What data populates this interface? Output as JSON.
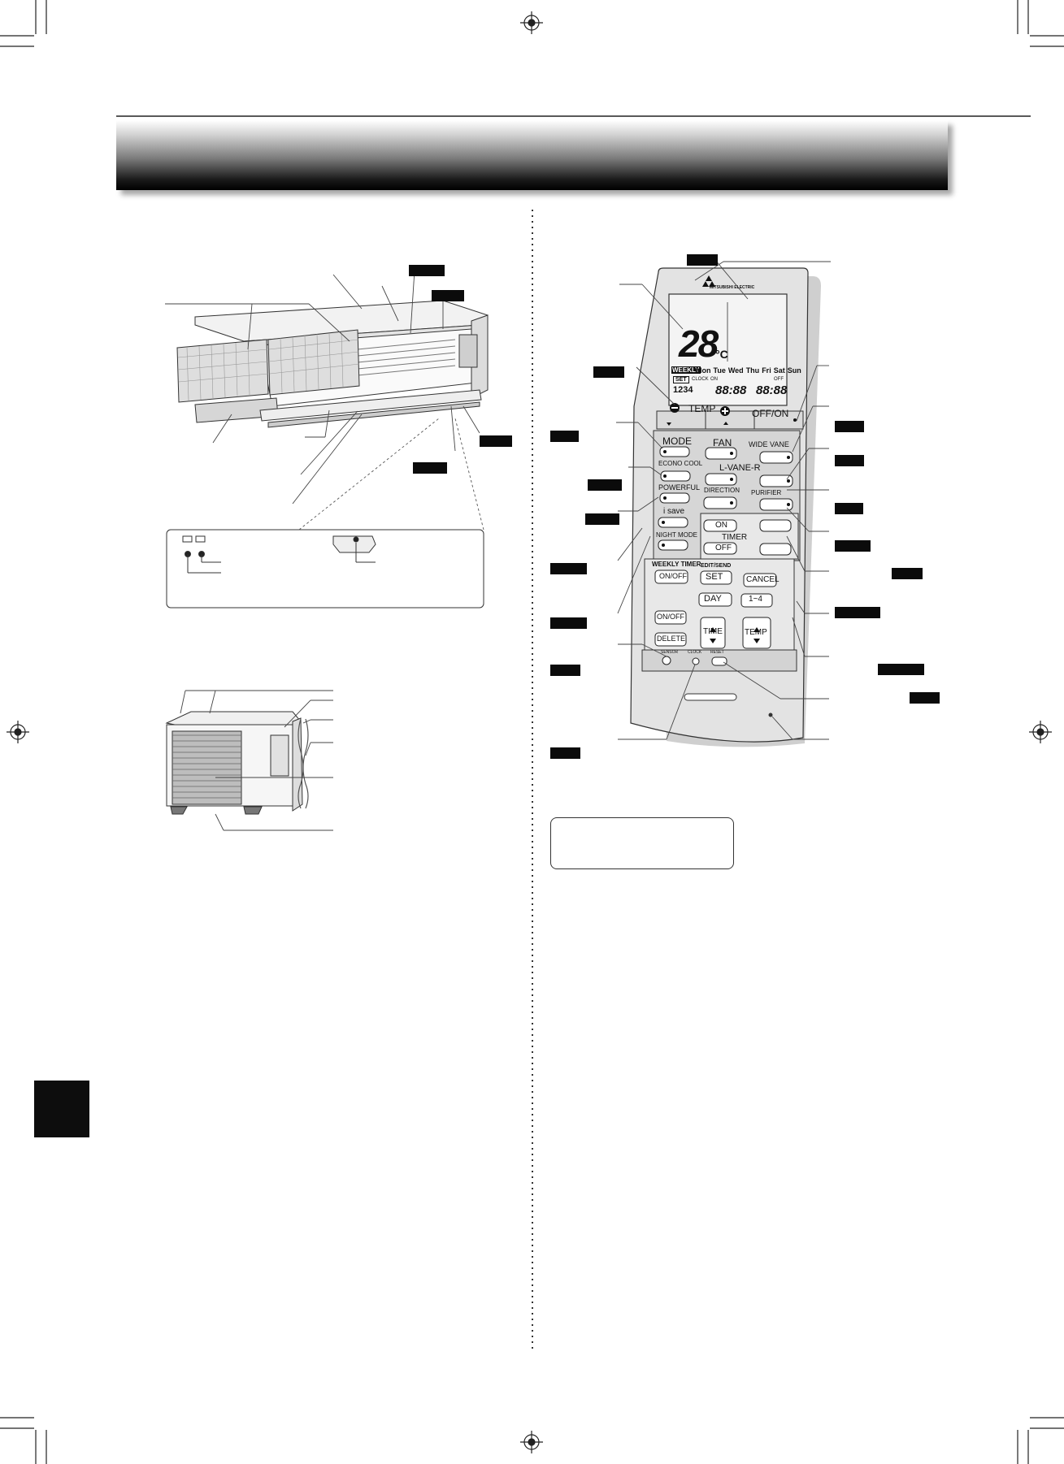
{
  "remote": {
    "brand": "MITSUBISHI ELECTRIC",
    "display": {
      "temperature": "28",
      "unit": "°C",
      "weekly_badge": "WEEKLY",
      "days": [
        "Mon",
        "Tue",
        "Wed",
        "Thu",
        "Fri",
        "Sat",
        "Sun"
      ],
      "set": "SET",
      "clock": "CLOCK",
      "on": "ON",
      "off": "OFF",
      "pattern_digits": "1234",
      "time_left": "88:88",
      "time_right": "88:88"
    },
    "buttons": {
      "temp": "TEMP",
      "off_on": "OFF/ON",
      "mode": "MODE",
      "fan": "FAN",
      "wide_vane": "WIDE VANE",
      "l_vane_r": "L-VANE-R",
      "econo_cool": "ECONO COOL",
      "direction": "DIRECTION",
      "purifier": "PURIFIER",
      "powerful": "POWERFUL",
      "i_save": "i save",
      "timer_on": "ON",
      "timer": "TIMER",
      "timer_off": "OFF",
      "night_mode": "NIGHT MODE",
      "weekly_timer": "WEEKLY TIMER",
      "weekly_on_off": "ON/OFF",
      "edit_send": "EDIT/SEND",
      "set": "SET",
      "cancel": "CANCEL",
      "day": "DAY",
      "one_to_four": "1~4",
      "on_off": "ON/OFF",
      "time": "TIME",
      "temp_small": "TEMP",
      "delete": "DELETE",
      "sensor": "SENSOR",
      "clock": "CLOCK",
      "reset": "RESET"
    }
  },
  "colors": {
    "banner_dark": "#000000",
    "tag_fill": "#0b0b0b",
    "remote_body": "#e2e2e2",
    "remote_panel": "#cfcfcf",
    "line": "#333333"
  }
}
